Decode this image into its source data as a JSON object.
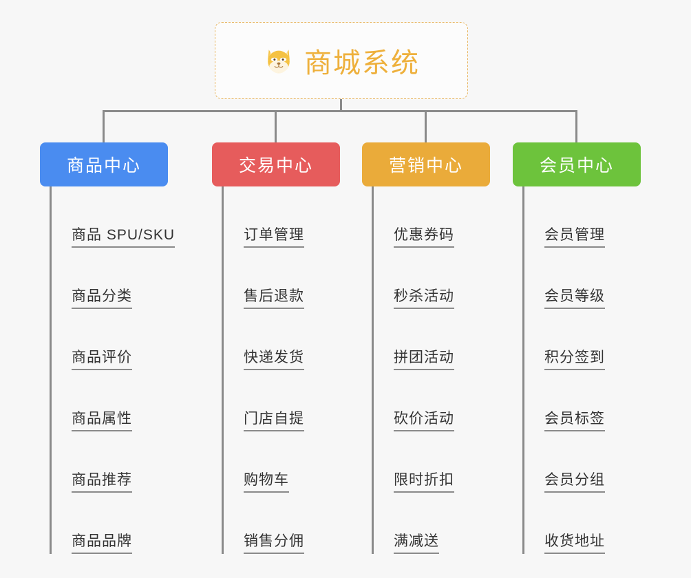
{
  "diagram": {
    "background_color": "#f7f7f7",
    "connector_color": "#8a8a8a",
    "root": {
      "icon": "shiba-dog-face-icon",
      "title": "商城系统",
      "title_color": "#eeb03c",
      "border_color": "#e8b661",
      "border_style": "dashed"
    },
    "columns": [
      {
        "id": "product-center",
        "label": "商品中心",
        "color": "#4a8cf0",
        "items": [
          "商品 SPU/SKU",
          "商品分类",
          "商品评价",
          "商品属性",
          "商品推荐",
          "商品品牌"
        ]
      },
      {
        "id": "trade-center",
        "label": "交易中心",
        "color": "#e65c5c",
        "items": [
          "订单管理",
          "售后退款",
          "快递发货",
          "门店自提",
          "购物车",
          "销售分佣"
        ]
      },
      {
        "id": "marketing-center",
        "label": "营销中心",
        "color": "#eaab3a",
        "items": [
          "优惠券码",
          "秒杀活动",
          "拼团活动",
          "砍价活动",
          "限时折扣",
          "满减送"
        ]
      },
      {
        "id": "member-center",
        "label": "会员中心",
        "color": "#6dc33c",
        "items": [
          "会员管理",
          "会员等级",
          "积分签到",
          "会员标签",
          "会员分组",
          "收货地址"
        ]
      }
    ]
  }
}
